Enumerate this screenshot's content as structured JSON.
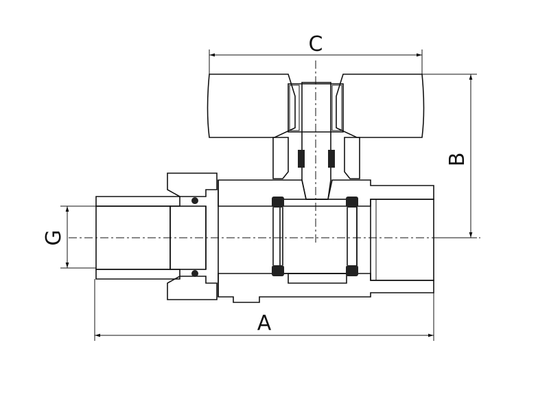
{
  "dimensions": {
    "a": "A",
    "b": "B",
    "c": "C",
    "g": "G"
  }
}
